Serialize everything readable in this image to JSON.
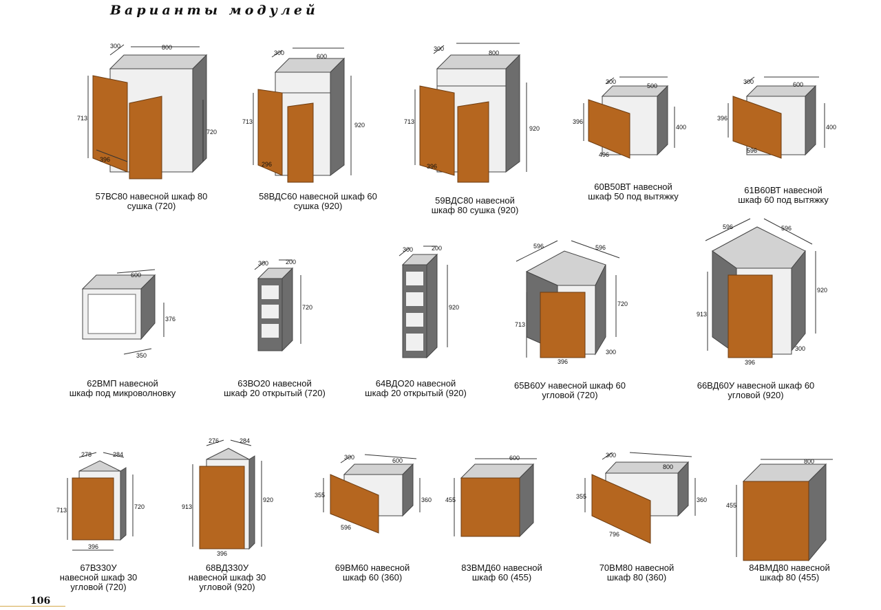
{
  "page": {
    "title": "Варианты модулей",
    "page_number": "106"
  },
  "colors": {
    "door": "#b5661f",
    "door_edge": "#6b3b10",
    "body_side": "#6d6d6d",
    "body_top": "#d2d2d2",
    "body_inner": "#f0f0f0"
  },
  "modules": [
    {
      "id": "m57",
      "caption": [
        "57ВС80 навесной шкаф 80",
        "сушка (720)"
      ],
      "dims": {
        "depth": "300",
        "width": "800",
        "height": "720",
        "door_h": "713",
        "door_w": "396"
      }
    },
    {
      "id": "m58",
      "caption": [
        "58ВДС60 навесной шкаф 60",
        "сушка (920)"
      ],
      "dims": {
        "depth": "300",
        "width": "600",
        "height": "920",
        "door_h": "713",
        "door_w": "296"
      }
    },
    {
      "id": "m59",
      "caption": [
        "59ВДС80 навесной",
        "шкаф 80 сушка (920)"
      ],
      "dims": {
        "depth": "300",
        "width": "800",
        "height": "920",
        "door_h": "713",
        "door_w": "396"
      }
    },
    {
      "id": "m60",
      "caption": [
        "60В50ВТ навесной",
        "шкаф 50 под вытяжку"
      ],
      "dims": {
        "depth": "300",
        "width": "500",
        "height": "400",
        "door_h": "396",
        "door_w": "496"
      }
    },
    {
      "id": "m61",
      "caption": [
        "61В60ВТ навесной",
        "шкаф 60 под вытяжку"
      ],
      "dims": {
        "depth": "300",
        "width": "600",
        "height": "400",
        "door_h": "396",
        "door_w": "596"
      }
    },
    {
      "id": "m62",
      "caption": [
        "62ВМП навесной",
        "шкаф под микроволновку"
      ],
      "dims": {
        "width": "600",
        "height": "376",
        "depth": "350"
      }
    },
    {
      "id": "m63",
      "caption": [
        "63ВО20 навесной",
        "шкаф 20 открытый (720)"
      ],
      "dims": {
        "depth": "300",
        "width": "200",
        "height": "720"
      }
    },
    {
      "id": "m64",
      "caption": [
        "64ВДО20 навесной",
        "шкаф 20 открытый (920)"
      ],
      "dims": {
        "depth": "300",
        "width": "200",
        "height": "920"
      }
    },
    {
      "id": "m65",
      "caption": [
        "65В60У навесной шкаф 60",
        "угловой (720)"
      ],
      "dims": {
        "w1": "596",
        "w2": "596",
        "height": "720",
        "door_h": "713",
        "door_w": "396",
        "side": "300"
      }
    },
    {
      "id": "m66",
      "caption": [
        "66ВД60У навесной шкаф 60",
        "угловой (920)"
      ],
      "dims": {
        "w1": "596",
        "w2": "596",
        "height": "920",
        "door_h": "913",
        "door_w": "396",
        "side": "300"
      }
    },
    {
      "id": "m67",
      "caption": [
        "67ВЗ30У",
        "навесной шкаф 30",
        "угловой (720)"
      ],
      "dims": {
        "w1": "278",
        "w2": "284",
        "height": "720",
        "door_h": "713",
        "door_w": "396"
      }
    },
    {
      "id": "m68",
      "caption": [
        "68ВДЗ30У",
        "навесной шкаф 30",
        "угловой (920)"
      ],
      "dims": {
        "w1": "276",
        "w2": "284",
        "height": "920",
        "door_h": "913",
        "door_w": "396"
      }
    },
    {
      "id": "m69",
      "caption": [
        "69ВМ60 навесной",
        "шкаф 60 (360)"
      ],
      "dims": {
        "depth": "300",
        "width": "600",
        "height": "360",
        "door_h": "355",
        "door_w": "596"
      }
    },
    {
      "id": "m83",
      "caption": [
        "83ВМД60 навесной",
        "шкаф 60 (455)"
      ],
      "dims": {
        "width": "600",
        "height": "455"
      }
    },
    {
      "id": "m70",
      "caption": [
        "70ВМ80 навесной",
        "шкаф 80 (360)"
      ],
      "dims": {
        "depth": "300",
        "width": "800",
        "height": "360",
        "door_h": "355",
        "door_w": "796"
      }
    },
    {
      "id": "m84",
      "caption": [
        "84ВМД80 навесной",
        "шкаф 80 (455)"
      ],
      "dims": {
        "width": "800",
        "height": "455"
      }
    }
  ]
}
